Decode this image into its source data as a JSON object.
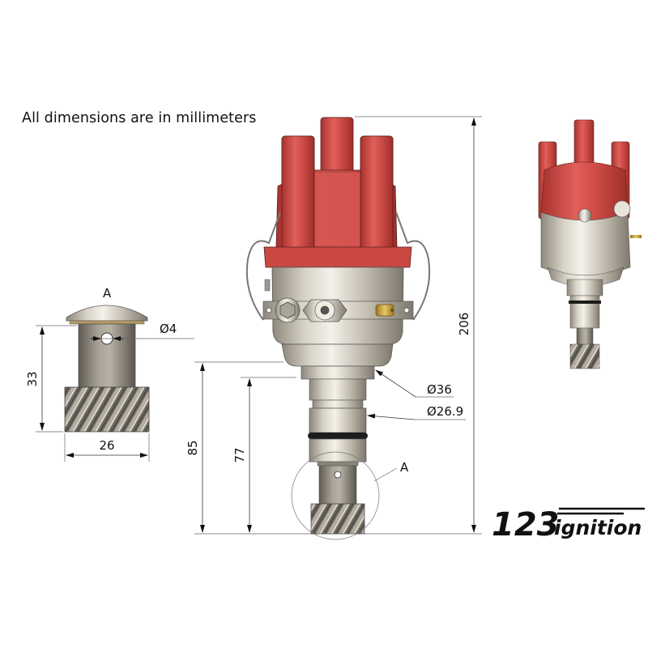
{
  "note": "All dimensions are in millimeters",
  "units": "mm",
  "detail_view": {
    "label": "A",
    "dimensions": {
      "pin_hole_diameter": "Ø4",
      "height": "33",
      "gear_width": "26"
    }
  },
  "front_view": {
    "dimensions": {
      "overall_height": "206",
      "body_to_bottom": "85",
      "shank_to_bottom": "77",
      "collar_diameter": "Ø36",
      "shank_diameter": "Ø26.9"
    },
    "detail_callout": "A"
  },
  "logo": {
    "number": "123",
    "word": "ignition"
  },
  "colors": {
    "cap_red": "#c8453f",
    "metal": "#c9c4b8",
    "brass": "#c9a23a",
    "line": "#444444"
  }
}
